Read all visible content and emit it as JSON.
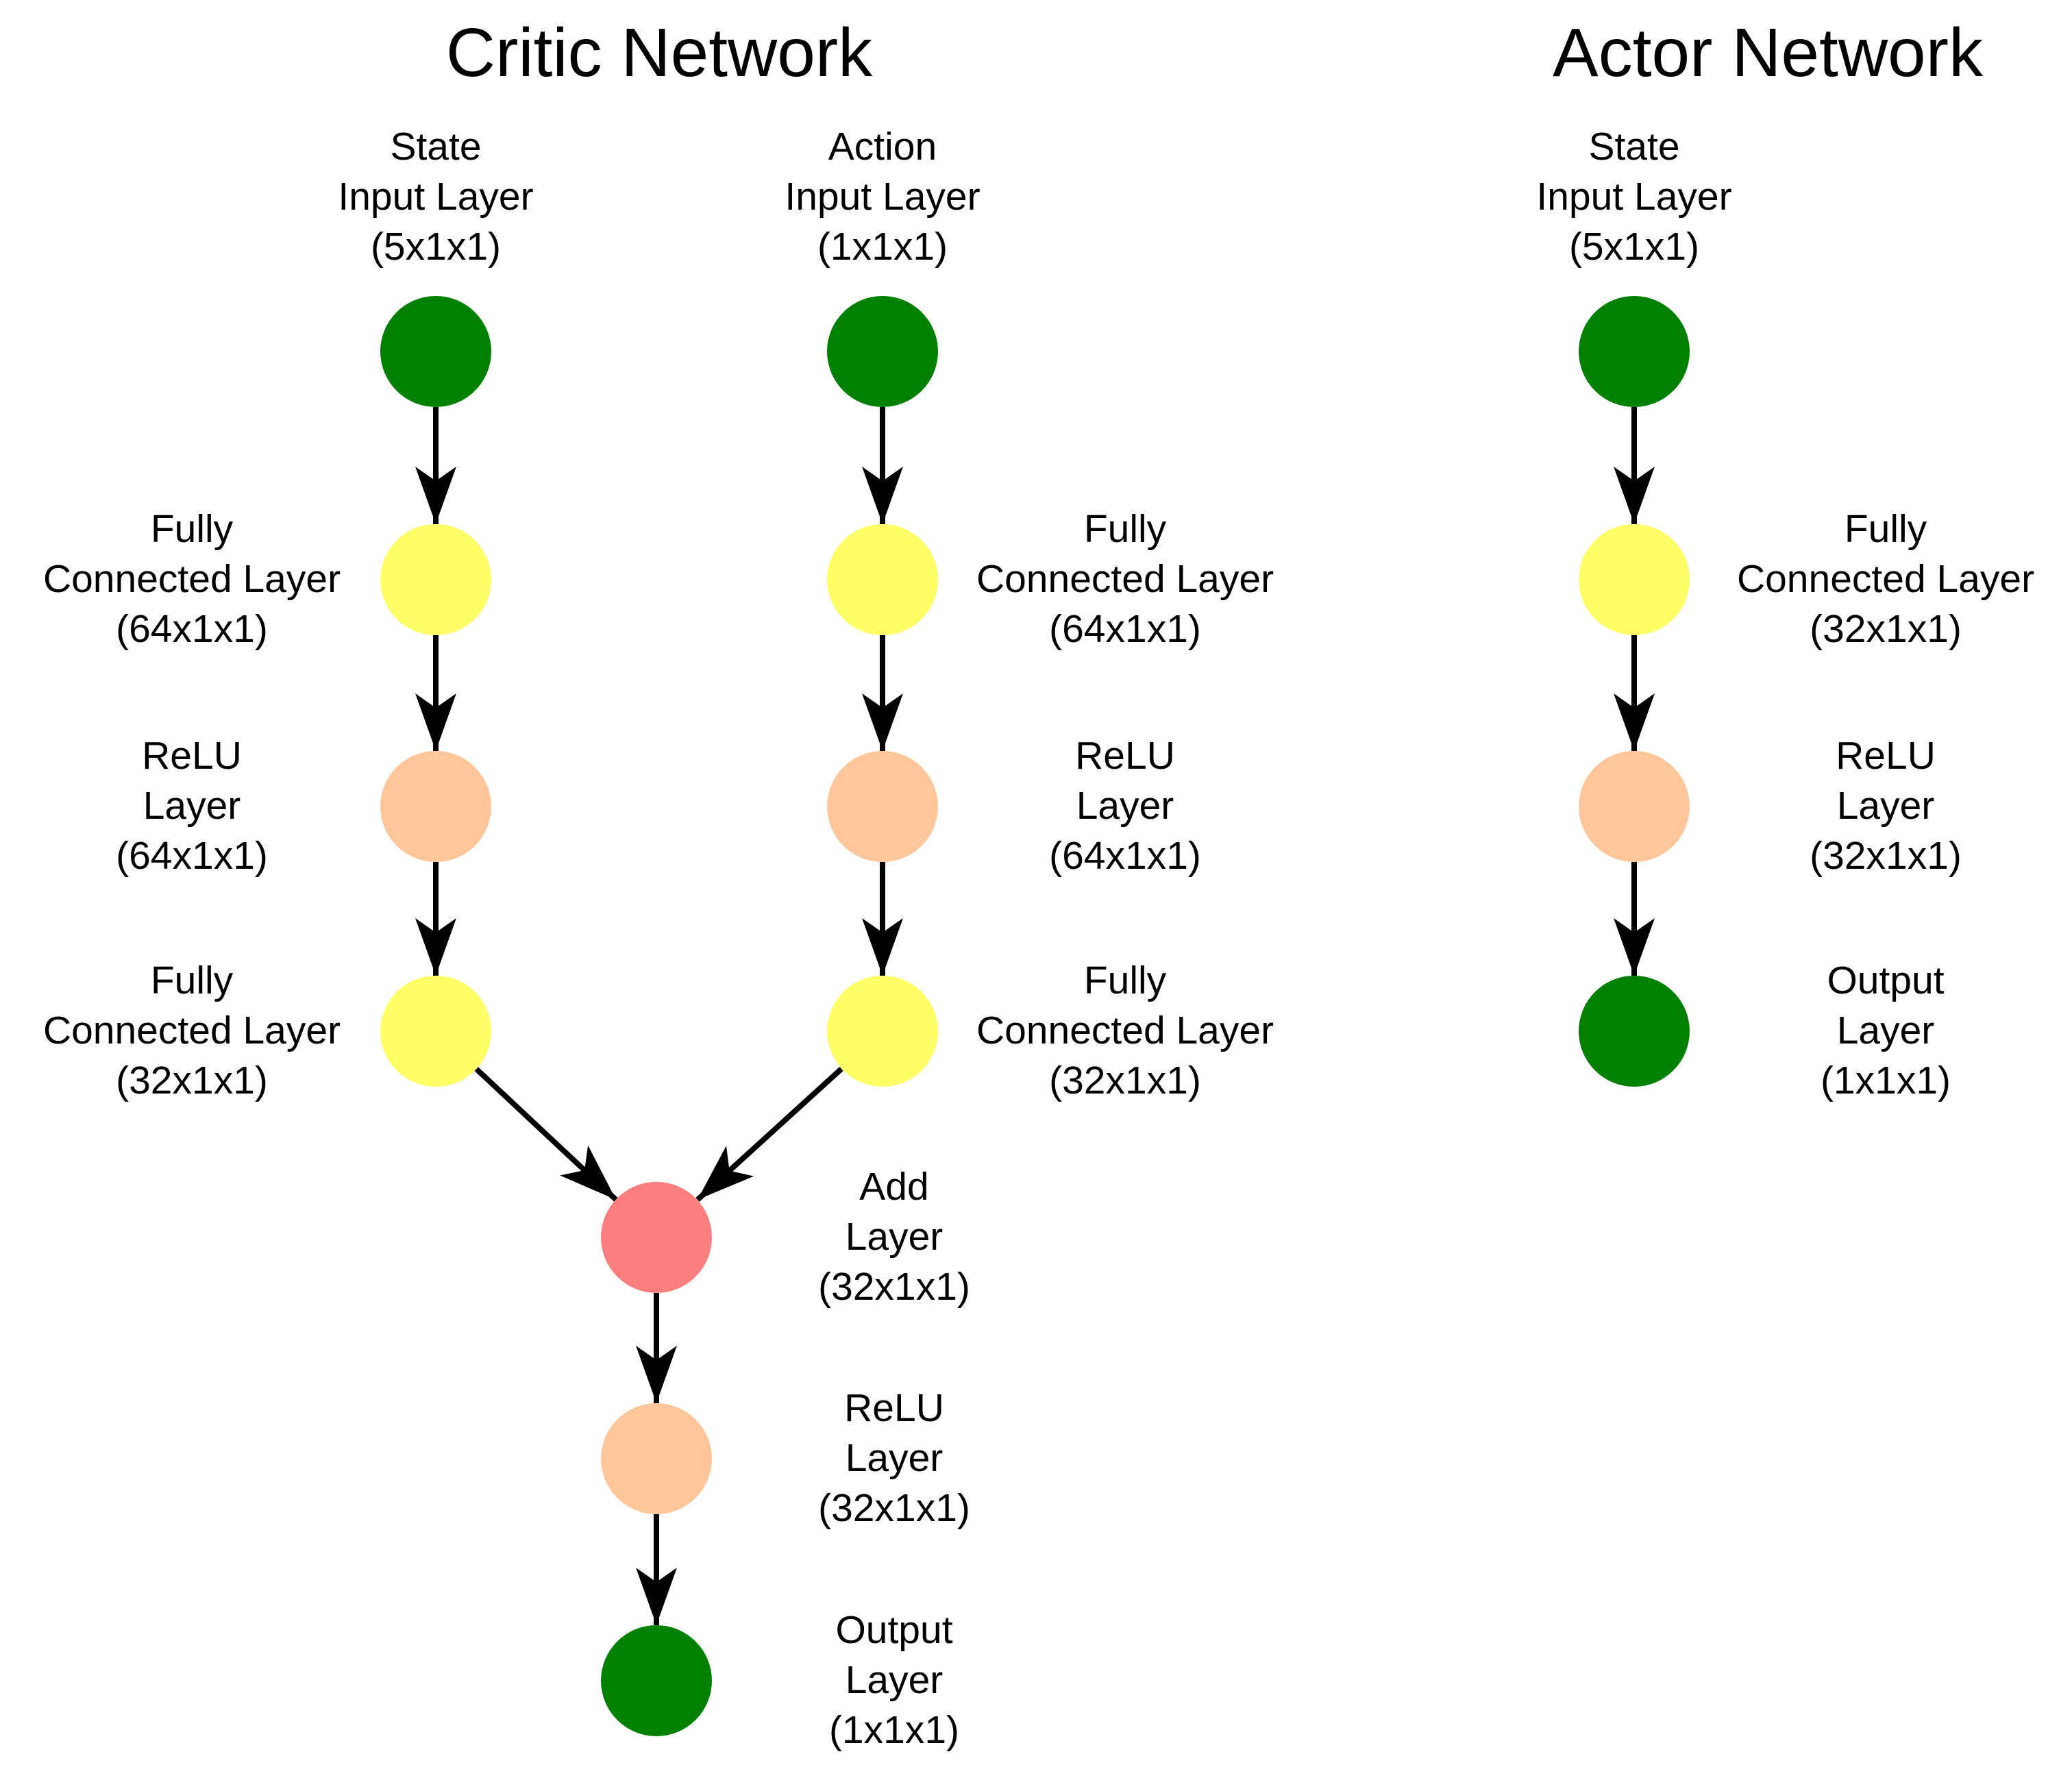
{
  "critic": {
    "title": "Critic Network",
    "state_branch": [
      {
        "name": "state-input-layer",
        "label": "State\nInput Layer\n(5x1x1)",
        "color_key": "input"
      },
      {
        "name": "fully-connected-layer-1",
        "label": "Fully\nConnected Layer\n(64x1x1)",
        "color_key": "fully_connected"
      },
      {
        "name": "relu-layer",
        "label": "ReLU\nLayer\n(64x1x1)",
        "color_key": "relu"
      },
      {
        "name": "fully-connected-layer-2",
        "label": "Fully\nConnected Layer\n(32x1x1)",
        "color_key": "fully_connected"
      }
    ],
    "action_branch": [
      {
        "name": "action-input-layer",
        "label": "Action\nInput Layer\n(1x1x1)",
        "color_key": "input"
      },
      {
        "name": "fully-connected-layer-1",
        "label": "Fully\nConnected Layer\n(64x1x1)",
        "color_key": "fully_connected"
      },
      {
        "name": "relu-layer",
        "label": "ReLU\nLayer\n(64x1x1)",
        "color_key": "relu"
      },
      {
        "name": "fully-connected-layer-2",
        "label": "Fully\nConnected Layer\n(32x1x1)",
        "color_key": "fully_connected"
      }
    ],
    "merged": [
      {
        "name": "add-layer",
        "label": "Add\nLayer\n(32x1x1)",
        "color_key": "add"
      },
      {
        "name": "relu-layer",
        "label": "ReLU\nLayer\n(32x1x1)",
        "color_key": "relu"
      },
      {
        "name": "output-layer",
        "label": "Output\nLayer\n(1x1x1)",
        "color_key": "output"
      }
    ]
  },
  "actor": {
    "title": "Actor Network",
    "branch": [
      {
        "name": "state-input-layer",
        "label": "State\nInput Layer\n(5x1x1)",
        "color_key": "input"
      },
      {
        "name": "fully-connected-layer",
        "label": "Fully\nConnected Layer\n(32x1x1)",
        "color_key": "fully_connected"
      },
      {
        "name": "relu-layer",
        "label": "ReLU\nLayer\n(32x1x1)",
        "color_key": "relu"
      },
      {
        "name": "output-layer",
        "label": "Output\nLayer\n(1x1x1)",
        "color_key": "output"
      }
    ]
  },
  "colors": {
    "input": "#008000",
    "fully_connected": "#FFFF66",
    "relu": "#FFC699",
    "add": "#FD7E7E",
    "output": "#008000",
    "arrow": "#000000",
    "background": "#FFFFFF",
    "text": "#000000"
  }
}
